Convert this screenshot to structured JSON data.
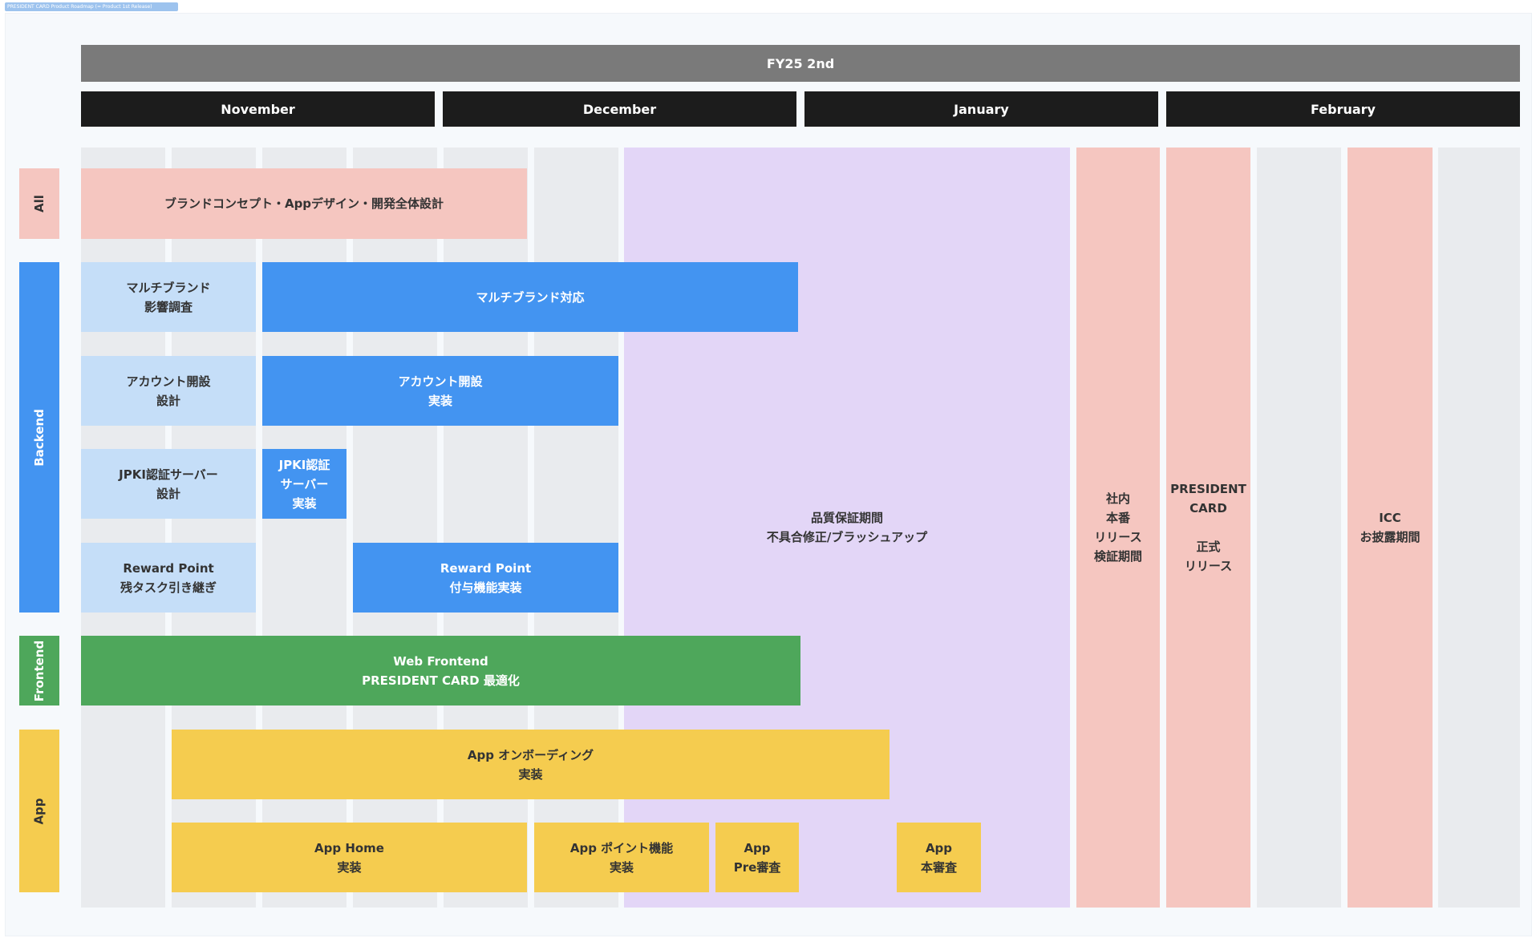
{
  "document": {
    "tab_title": "PRESIDENT CARD Product Roadmap (= Product 1st Release)"
  },
  "header": {
    "fiscal_period": "FY25 2nd",
    "months": [
      "November",
      "December",
      "January",
      "February"
    ]
  },
  "lanes": {
    "all": "All",
    "backend": "Backend",
    "frontend": "Frontend",
    "app": "App"
  },
  "bands": {
    "qa": "品質保証期間\n不具合修正/ブラッシュアップ",
    "internal_release": "社内\n本番\nリリース\n検証期間",
    "official_release": "PRESIDENT\nCARD\n\n正式\nリリース",
    "icc": "ICC\nお披露期間"
  },
  "tasks": {
    "brand_concept": "ブランドコンセプト・Appデザイン・開発全体設計",
    "multibrand_research": "マルチブランド\n影響調査",
    "multibrand_support": "マルチブランド対応",
    "account_design": "アカウント開設\n設計",
    "account_impl": "アカウント開設\n実装",
    "jpki_design": "JPKI認証サーバー\n設計",
    "jpki_impl": "JPKI認証\nサーバー\n実装",
    "reward_handover": "Reward Point\n残タスク引き継ぎ",
    "reward_impl": "Reward Point\n付与機能実装",
    "web_frontend": "Web Frontend\nPRESIDENT CARD 最適化",
    "app_onboarding": "App オンボーディング\n実装",
    "app_home": "App Home\n実装",
    "app_points": "App ポイント機能\n実装",
    "app_pre_review": "App\nPre審査",
    "app_review": "App\n本審査"
  },
  "colors": {
    "fy_header": "#7a7a7a",
    "month_header": "#1c1c1c",
    "grid_column": "#e9ebee",
    "qa_period": "#e3d6f7",
    "release_period": "#f5c6c0",
    "lane_all": "#f5c6c0",
    "lane_backend": "#4394f1",
    "lane_frontend": "#4ea75b",
    "lane_app": "#f5cc4f",
    "task_design": "#c5def8",
    "task_backend": "#4394f1",
    "task_frontend": "#4ea75b",
    "task_app": "#f5cc4f"
  }
}
